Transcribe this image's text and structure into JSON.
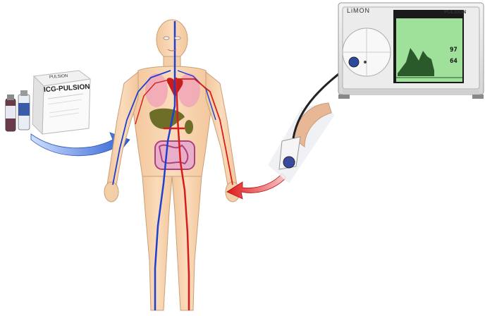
{
  "product_box": {
    "brand": "PULSION",
    "name": "ICG-PULSION"
  },
  "monitor": {
    "brand": "LiMON",
    "logo": "PULSION",
    "screen_values": [
      "97",
      "64"
    ]
  },
  "colors": {
    "venous": "#1f3fd0",
    "arterial": "#d81b1b",
    "skin": "#f6cfa8",
    "blue_arrow": "#3a6fd8",
    "red_arrow": "#e01a1a",
    "screen_bg": "#9fe09a"
  },
  "icons": [
    "icg-vial-icon",
    "icg-box-icon",
    "blue-arrow-icon",
    "red-arrow-icon",
    "finger-clip-sensor-icon",
    "limon-monitor-icon",
    "human-anatomy-figure"
  ]
}
